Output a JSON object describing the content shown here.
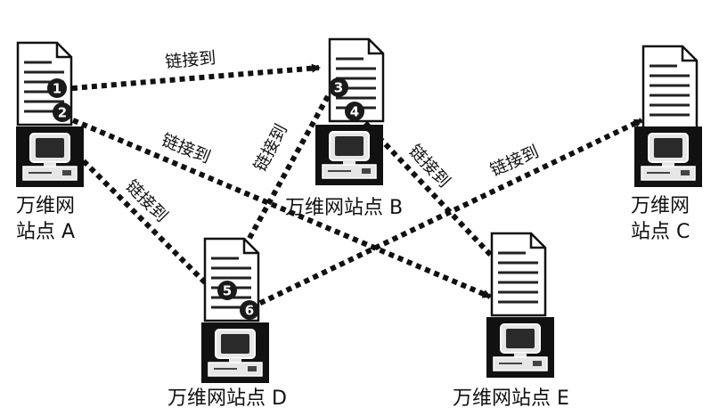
{
  "link_label": "链接到",
  "sites": {
    "a": {
      "line1": "万维网",
      "line2": "站点 A"
    },
    "b": {
      "line1": "万维网站点 B"
    },
    "c": {
      "line1": "万维网",
      "line2": "站点 C"
    },
    "d": {
      "line1": "万维网站点 D"
    },
    "e": {
      "line1": "万维网站点 E"
    }
  },
  "anchors": [
    "1",
    "2",
    "3",
    "4",
    "5",
    "6"
  ],
  "colors": {
    "ink": "#111111",
    "page": "#ffffff",
    "screen": "#2a2a2a"
  }
}
